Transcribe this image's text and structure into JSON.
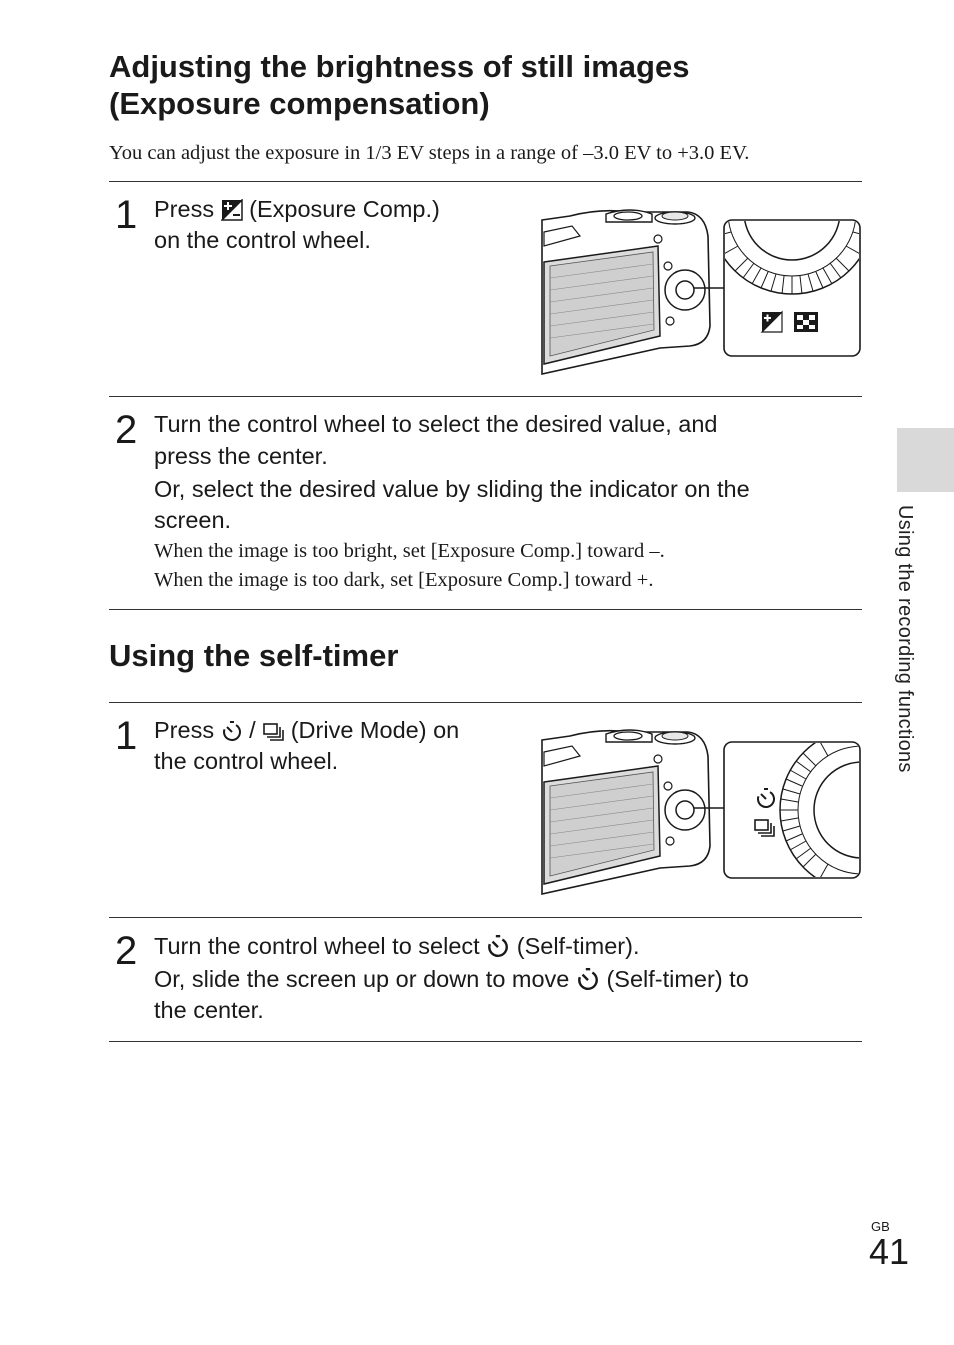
{
  "section1": {
    "title_line1": "Adjusting the brightness of still images",
    "title_line2": "(Exposure compensation)",
    "intro": "You can adjust the exposure in 1/3 EV steps in a range of –3.0 EV to +3.0 EV.",
    "step1": {
      "number": "1",
      "text_before_icon": "Press",
      "icon": "exposure-comp-icon",
      "text_after_icon": "(Exposure Comp.)",
      "line2": "on the control wheel."
    },
    "step2": {
      "number": "2",
      "line1": "Turn the control wheel to select the desired value, and",
      "line2": "press the center.",
      "line3": "Or, select the desired value by sliding the indicator on the",
      "line4": "screen.",
      "note1": "When the image is too bright, set [Exposure Comp.] toward –.",
      "note2": "When the image is too dark, set [Exposure Comp.] toward +."
    }
  },
  "section2": {
    "title": "Using the self-timer",
    "step1": {
      "number": "1",
      "text_before_icon": "Press",
      "icons": [
        "self-timer-icon",
        "continuous-shooting-icon"
      ],
      "separator": "/",
      "text_after_icon": "(Drive Mode) on",
      "line2": "the control wheel."
    },
    "step2": {
      "number": "2",
      "line1_before": "Turn the control wheel to select",
      "line1_after": "(Self-timer).",
      "line2_before": "Or, slide the screen up or down to move",
      "line2_after": "(Self-timer) to",
      "line3": "the center."
    }
  },
  "sidebar": {
    "label": "Using the recording functions"
  },
  "footer": {
    "region": "GB",
    "page_number": "41"
  }
}
